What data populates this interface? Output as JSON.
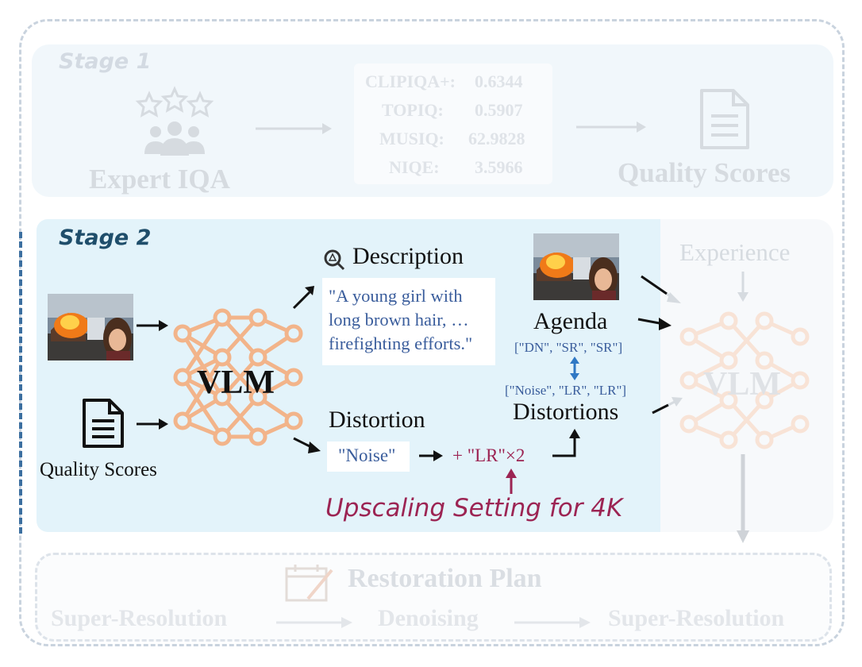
{
  "stage1": {
    "title": "Stage 1",
    "expert_label": "Expert IQA",
    "metrics": [
      {
        "name": "CLIPIQA+:",
        "value": "0.6344"
      },
      {
        "name": "TOPIQ:",
        "value": "0.5907"
      },
      {
        "name": "MUSIQ:",
        "value": "62.9828"
      },
      {
        "name": "NIQE:",
        "value": "3.5966"
      }
    ],
    "output_label": "Quality Scores"
  },
  "stage2": {
    "title": "Stage 2",
    "vlm_label": "VLM",
    "quality_scores_label": "Quality Scores",
    "description_label": "Description",
    "description_lines": [
      "\"A young girl with",
      "long brown hair, …",
      "firefighting efforts.\""
    ],
    "distortion_label": "Distortion",
    "distortion_value": "\"Noise\"",
    "addition_text": "+ \"LR\"×2",
    "upscale_note": "Upscaling Setting for 4K",
    "agenda_label": "Agenda",
    "agenda_list": "[\"DN\", \"SR\", \"SR\"]",
    "distortions_list": "[\"Noise\", \"LR\", \"LR\"]",
    "distortions_label": "Distortions",
    "experience_label": "Experience",
    "vlm_right_label": "VLM"
  },
  "plan": {
    "title": "Restoration Plan",
    "steps": [
      "Super-Resolution",
      "Denoising",
      "Super-Resolution"
    ]
  },
  "colors": {
    "stage2_title": "#1f4e6b",
    "description_text": "#3a5d9c",
    "upscale_note": "#9c2453",
    "network": "#f2b48a",
    "arrow_blue": "#2f78c4"
  }
}
